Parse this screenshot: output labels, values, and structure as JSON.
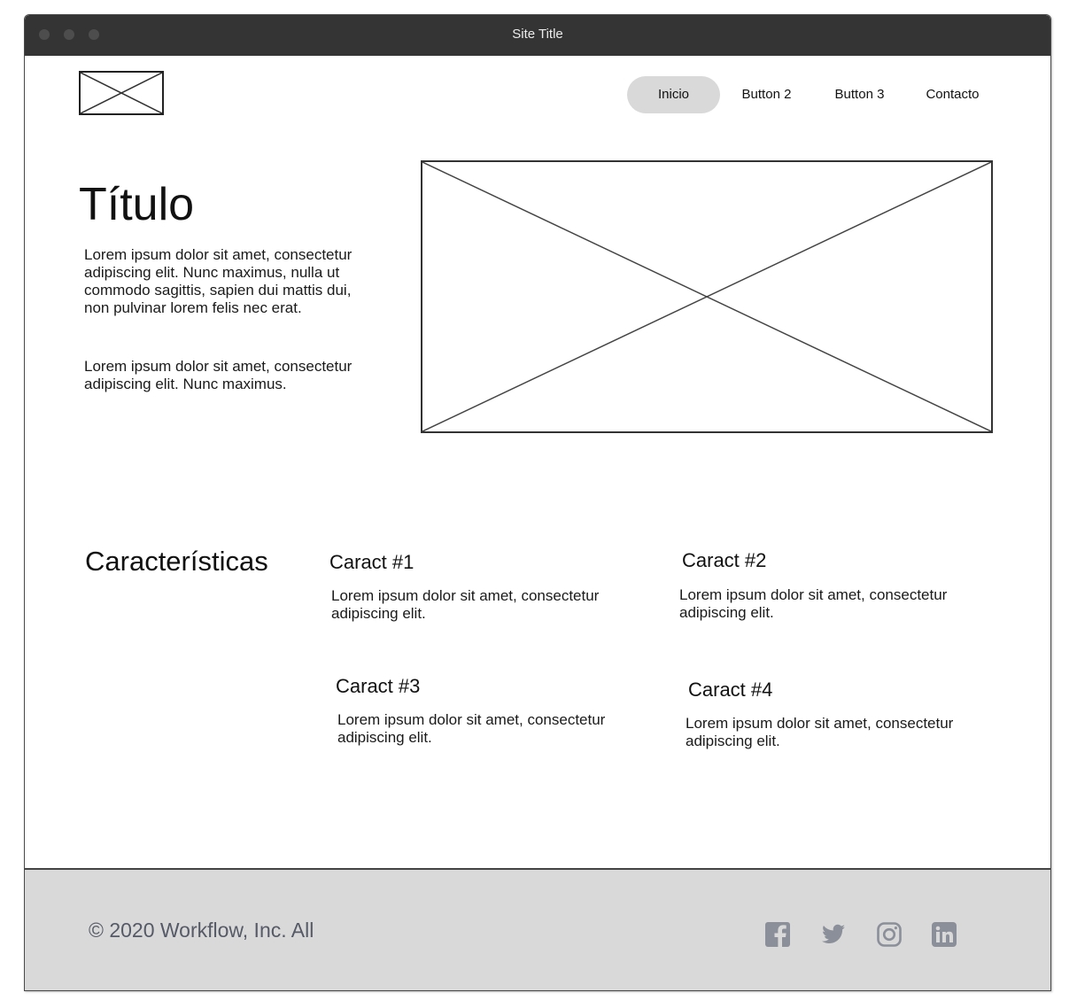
{
  "window": {
    "title": "Site Title"
  },
  "header": {
    "logo_icon": "image-placeholder-icon",
    "nav": [
      {
        "label": "Inicio",
        "active": true
      },
      {
        "label": "Button 2",
        "active": false
      },
      {
        "label": "Button 3",
        "active": false
      },
      {
        "label": "Contacto",
        "active": false
      }
    ]
  },
  "hero": {
    "title": "Título",
    "paragraph1": [
      "Lorem ipsum dolor sit amet, consectetur",
      "adipiscing elit. Nunc maximus, nulla ut",
      "commodo sagittis, sapien dui mattis dui,",
      "non pulvinar lorem felis nec erat."
    ],
    "paragraph2": [
      "Lorem ipsum dolor sit amet, consectetur",
      "adipiscing elit. Nunc maximus."
    ],
    "image_icon": "image-placeholder-icon"
  },
  "features": {
    "heading": "Características",
    "items": [
      {
        "title": "Caract #1",
        "text": [
          "Lorem ipsum dolor sit amet, consectetur",
          "adipiscing elit."
        ]
      },
      {
        "title": "Caract #2",
        "text": [
          "Lorem ipsum dolor sit amet, consectetur",
          "adipiscing elit."
        ]
      },
      {
        "title": "Caract #3",
        "text": [
          "Lorem ipsum dolor sit amet, consectetur",
          "adipiscing elit."
        ]
      },
      {
        "title": "Caract #4",
        "text": [
          "Lorem ipsum dolor sit amet, consectetur",
          "adipiscing elit."
        ]
      }
    ]
  },
  "footer": {
    "copyright": "© 2020 Workflow, Inc. All",
    "social_icons": [
      "facebook-icon",
      "twitter-icon",
      "instagram-icon",
      "linkedin-icon"
    ],
    "icon_color": "#8b8f99",
    "background_color": "#d9d9d9"
  },
  "colors": {
    "titlebar": "#343434",
    "nav_active_bg": "#d9d9d9"
  }
}
